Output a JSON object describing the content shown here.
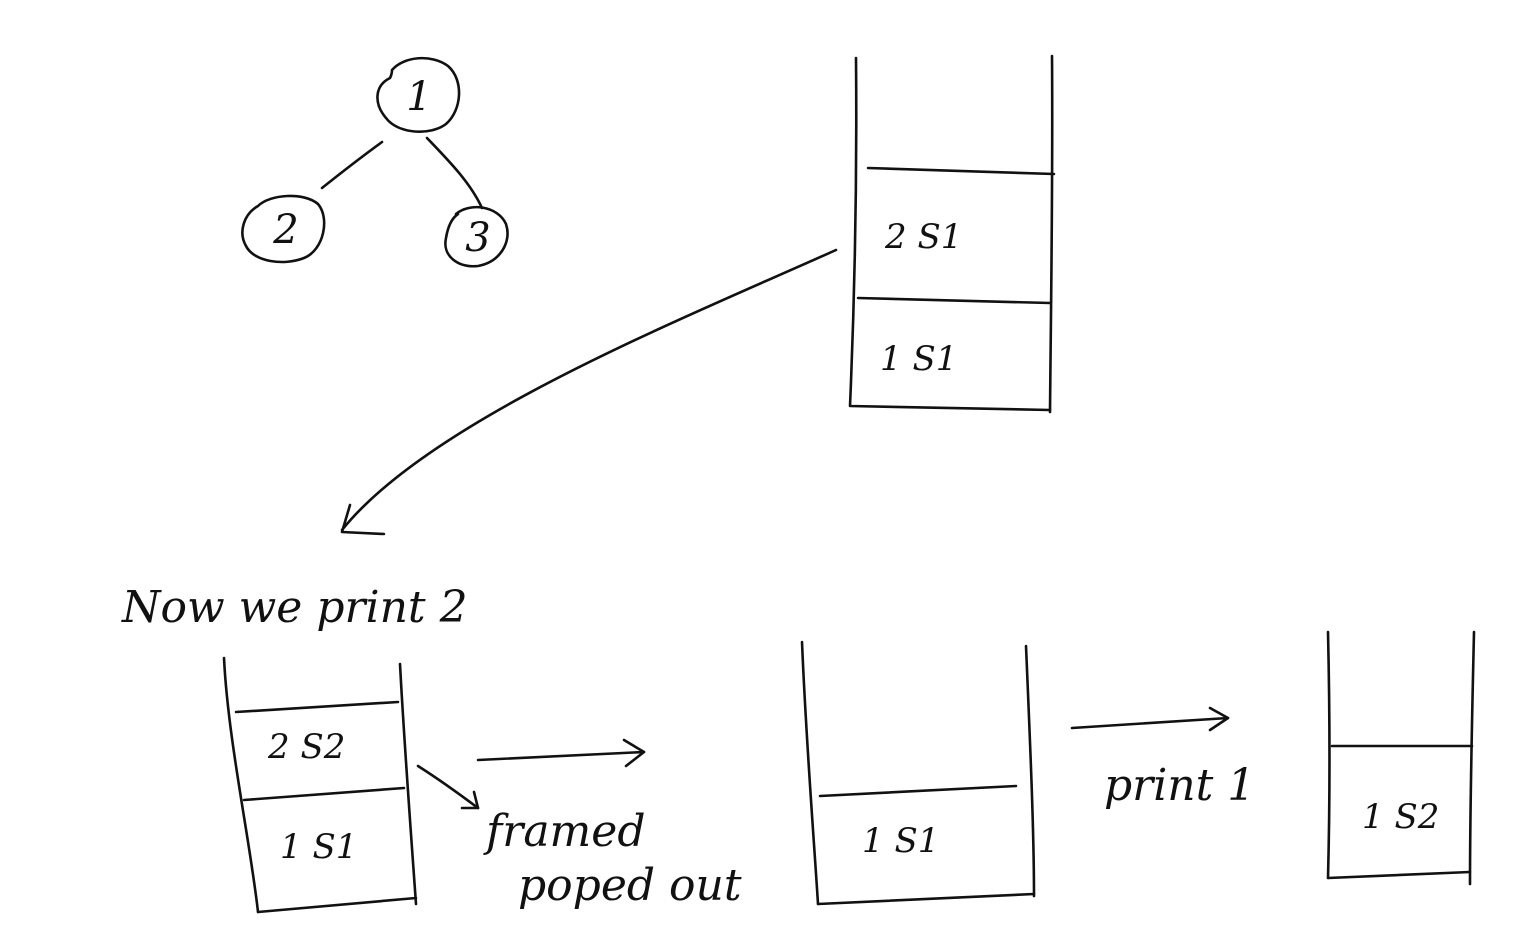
{
  "tree": {
    "nodes": [
      {
        "id": "node-1",
        "label": "1"
      },
      {
        "id": "node-2",
        "label": "2"
      },
      {
        "id": "node-3",
        "label": "3"
      }
    ],
    "edges": [
      [
        "node-1",
        "node-2"
      ],
      [
        "node-1",
        "node-3"
      ]
    ]
  },
  "top_stack": {
    "rows": [
      "2 S1",
      "1 S1"
    ]
  },
  "caption": "Now we print 2",
  "stack_a": {
    "rows": [
      "2 S2",
      "1 S1"
    ]
  },
  "stack_b": {
    "rows": [
      "1 S1"
    ]
  },
  "stack_c": {
    "rows": [
      "1 S2"
    ]
  },
  "annotations": {
    "frame_popped": [
      "framed",
      "poped out"
    ],
    "print_1": "print 1"
  }
}
